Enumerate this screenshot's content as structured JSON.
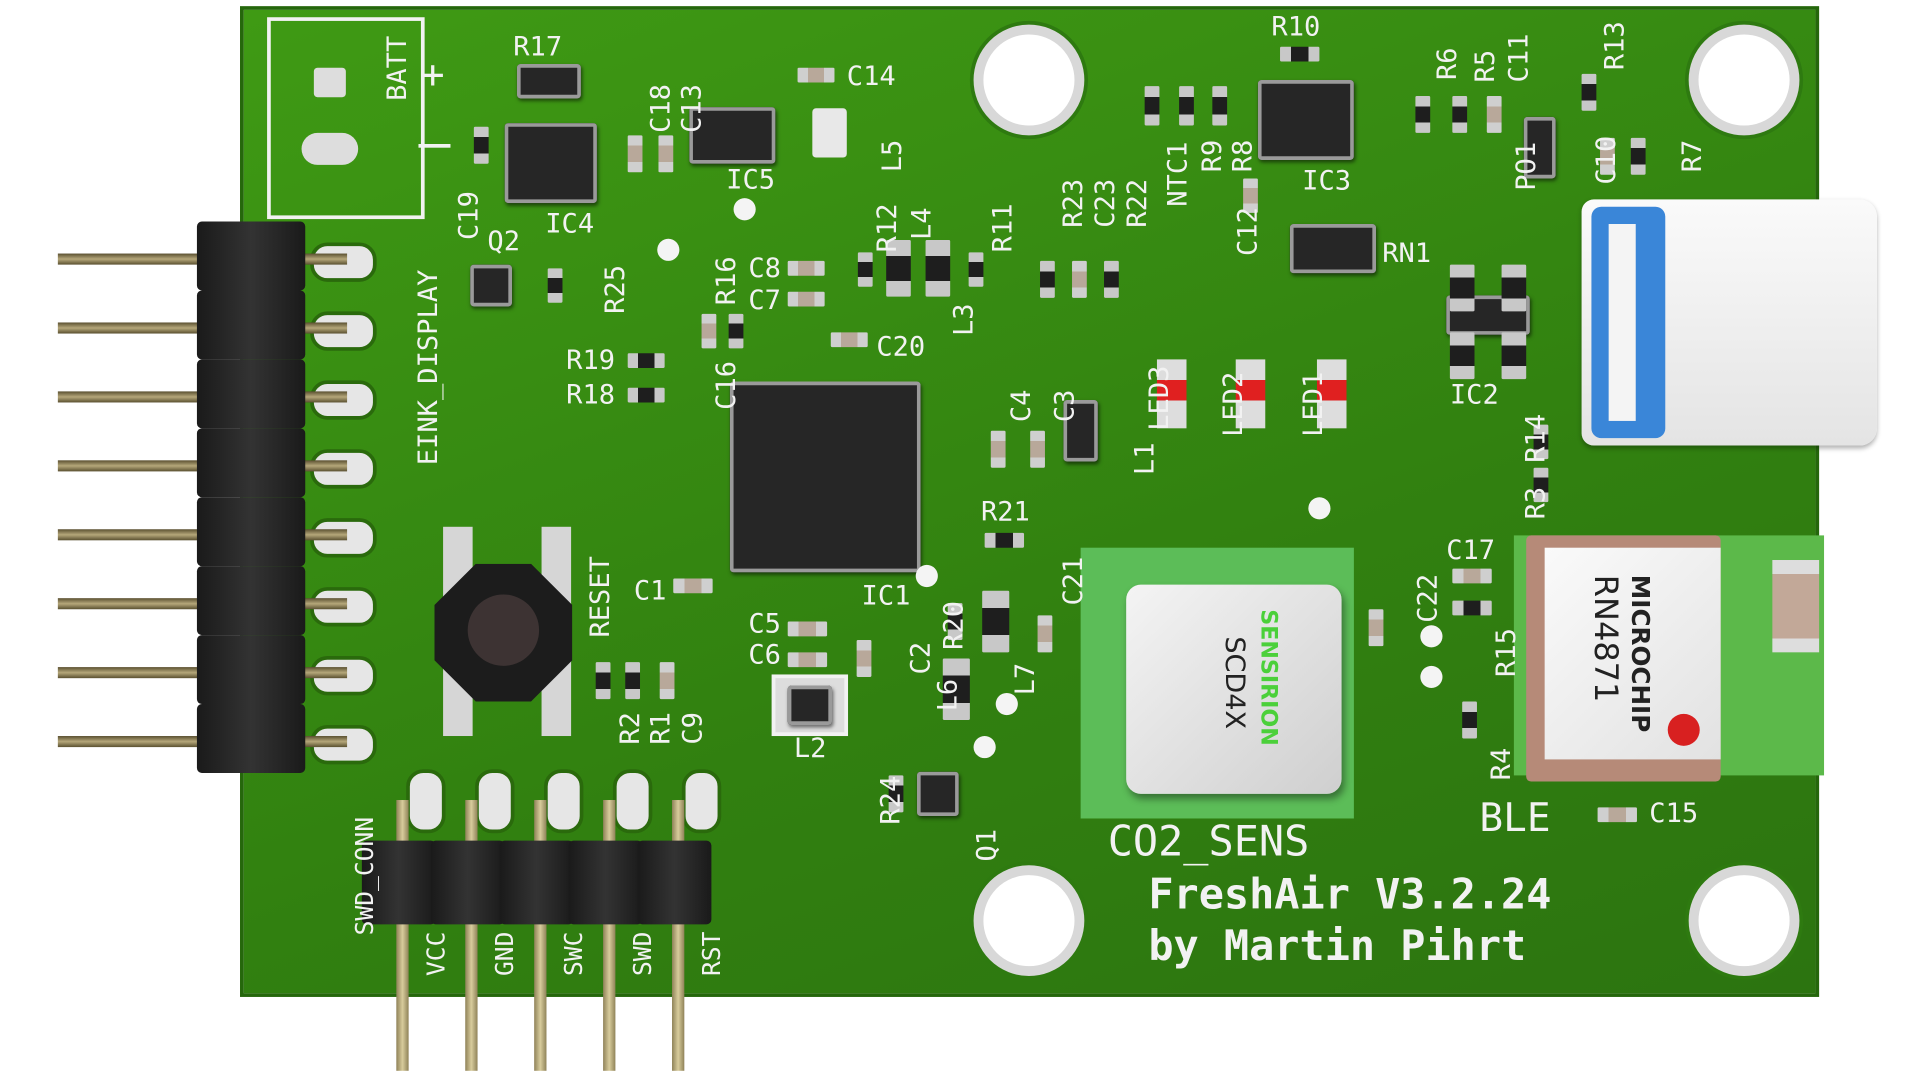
{
  "board": {
    "title": "FreshAir V3.2.24",
    "author": "by Martin Pihrt",
    "colors": {
      "soldermask": "#3a8f12",
      "silkscreen": "#f2f2f2",
      "usb_shell": "#f4f4f4",
      "usb_insulator": "#3a86d8",
      "led": "#e02020"
    }
  },
  "sensor": {
    "label": "CO2_SENS",
    "brand": "SENSIRION",
    "model": "SCD4X"
  },
  "ble_module": {
    "label": "BLE",
    "brand": "MICROCHIP",
    "model": "RN4871"
  },
  "connectors": {
    "eink": "EINK_DISPLAY",
    "batt": "BATT",
    "batt_plus": "+",
    "swd": "SWD_CONN",
    "swd_pins": [
      "VCC",
      "GND",
      "SWC",
      "SWD",
      "RST"
    ]
  },
  "button": {
    "label": "RESET"
  },
  "labels": [
    "R17",
    "C14",
    "C18",
    "C13",
    "C19",
    "IC4",
    "Q2",
    "IC5",
    "L5",
    "R12",
    "L4",
    "R11",
    "R16",
    "C8",
    "C7",
    "R25",
    "R19",
    "R18",
    "C16",
    "C20",
    "L3",
    "R23",
    "C23",
    "R22",
    "NTC1",
    "R9",
    "R8",
    "R10",
    "IC3",
    "C12",
    "RN1",
    "R6",
    "R5",
    "C11",
    "R13",
    "PO1",
    "C10",
    "R7",
    "IC2",
    "R14",
    "R3",
    "LED3",
    "LED2",
    "LED1",
    "C4",
    "C3",
    "L1",
    "R21",
    "C21",
    "C22",
    "C17",
    "R15",
    "R4",
    "C15",
    "C1",
    "IC1",
    "R20",
    "C2",
    "C5",
    "C6",
    "L6",
    "L7",
    "L2",
    "R2",
    "R1",
    "C9",
    "R24",
    "Q1"
  ]
}
